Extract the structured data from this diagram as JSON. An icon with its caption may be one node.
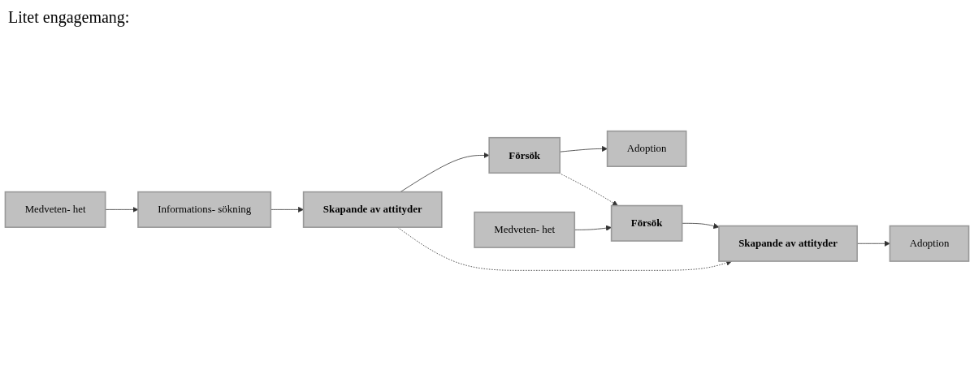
{
  "diagram": {
    "nodes": [
      {
        "text": [
          "Medveten- het"
        ]
      },
      {
        "text": [
          "Informations- sökning"
        ]
      },
      {
        "text": [
          "Skapande av attityder"
        ]
      },
      {
        "text": [
          "Försök"
        ]
      },
      {
        "text": [
          "Adoption"
        ]
      },
      {
        "text": [
          "Medveten- het"
        ]
      },
      {
        "text": [
          "Försök"
        ]
      },
      {
        "text": [
          "Skapande av attityder"
        ]
      },
      {
        "text": [
          "Adoption"
        ]
      }
    ],
    "edges": [
      {
        "from": 0,
        "to": 1,
        "arrow": "to"
      },
      {
        "from": 1,
        "to": 2,
        "arrow": "to"
      },
      {
        "from": 2,
        "to": 3,
        "arrow": "to"
      },
      {
        "from": 3,
        "to": 4,
        "arrow": "to"
      },
      {
        "from": 3,
        "to": 6,
        "arrow": "to",
        "style": "dashed"
      },
      {
        "from": 2,
        "to": 7,
        "arrow": "to",
        "style": "dashed"
      },
      {
        "from": 5,
        "to": 6,
        "arrow": "to"
      },
      {
        "from": 6,
        "to": 7,
        "arrow": "to"
      },
      {
        "from": 7,
        "to": 8,
        "arrow": "to"
      }
    ],
    "labels": [
      "Litet engagemang:"
    ]
  }
}
